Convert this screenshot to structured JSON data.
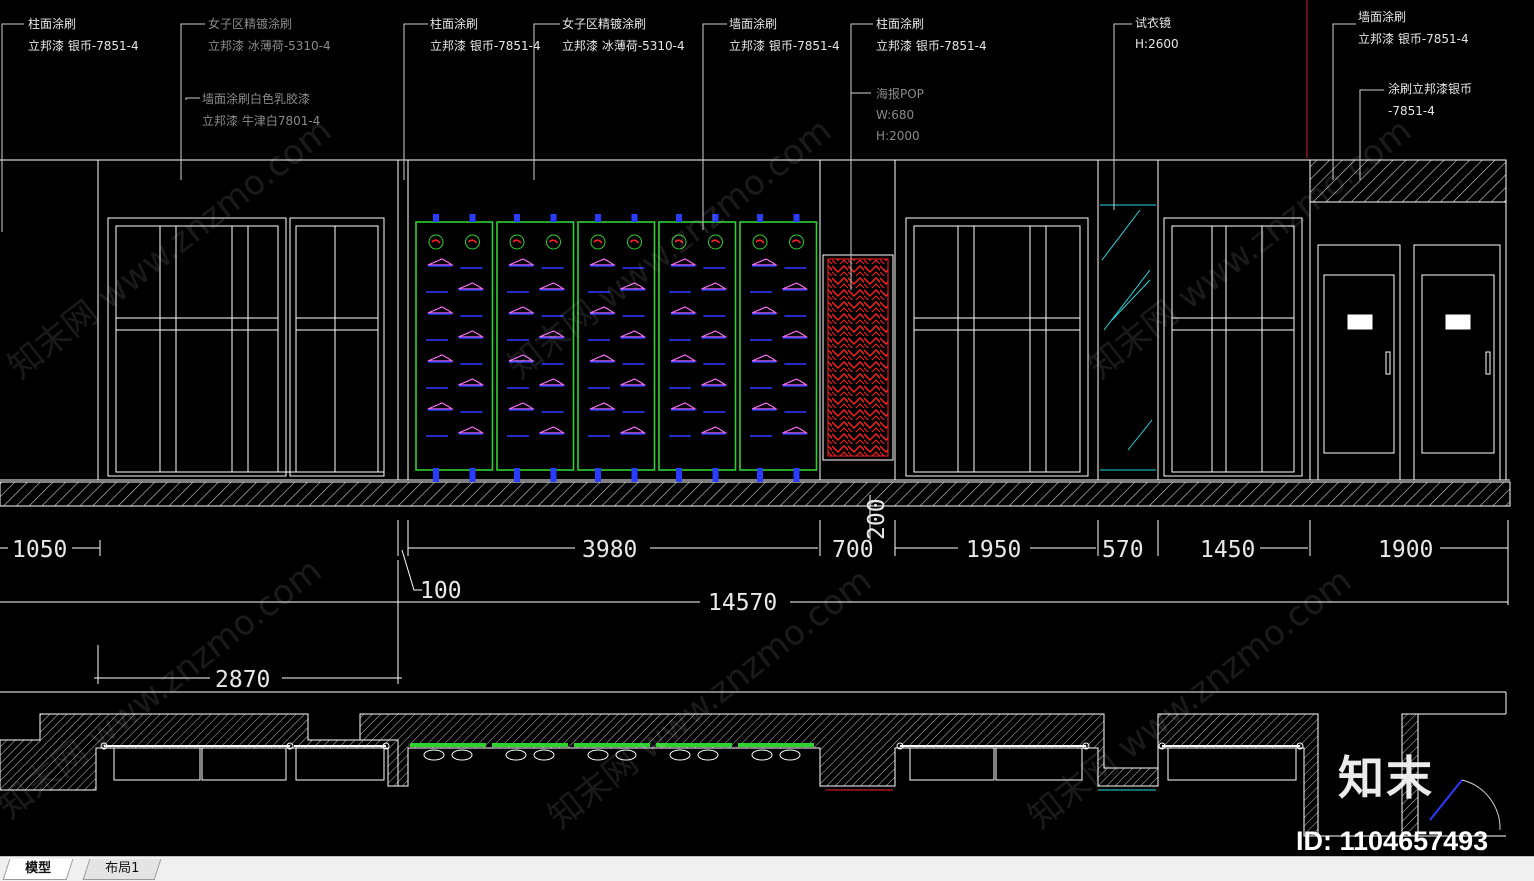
{
  "annotations": [
    {
      "title": "柱面涂刷",
      "sub": "立邦漆 银币-7851-4"
    },
    {
      "title": "女子区精镀涂刷",
      "sub": "立邦漆 冰薄荷-5310-4"
    },
    {
      "title": "墙面涂刷白色乳胶漆",
      "sub": "立邦漆 牛津白7801-4"
    },
    {
      "title": "柱面涂刷",
      "sub": "立邦漆 银币-7851-4"
    },
    {
      "title": "女子区精镀涂刷",
      "sub": "立邦漆 冰薄荷-5310-4"
    },
    {
      "title": "墙面涂刷",
      "sub": "立邦漆 银币-7851-4"
    },
    {
      "title": "柱面涂刷",
      "sub": "立邦漆 银币-7851-4"
    },
    {
      "title": "海报POP",
      "sub": "W:680",
      "sub2": "H:2000"
    },
    {
      "title": "试衣镜",
      "sub": "H:2600"
    },
    {
      "title": "墙面涂刷",
      "sub": "立邦漆 银币-7851-4"
    },
    {
      "title": "涂刷立邦漆银币",
      "sub": "-7851-4"
    }
  ],
  "dimensions": {
    "d1050": "1050",
    "d3980": "3980",
    "d700": "700",
    "d200": "200",
    "d1950": "1950",
    "d570": "570",
    "d1450": "1450",
    "d1900": "1900",
    "d100": "100",
    "d14570": "14570",
    "d2870": "2870"
  },
  "watermark": "知末网 www.znzmo.com",
  "logo": "知末",
  "image_id": "ID: 1104657493",
  "tabs": [
    {
      "label": "模型",
      "active": true
    },
    {
      "label": "布局1",
      "active": false
    }
  ],
  "colors": {
    "background": "#000000",
    "lines": "#ffffff",
    "shelf_green": "#2fd12f",
    "shoe_blue": "#2a3cff",
    "logo_red": "#ff2020",
    "mirror_cyan": "#28d8e0",
    "leader_red": "#d0202a"
  }
}
